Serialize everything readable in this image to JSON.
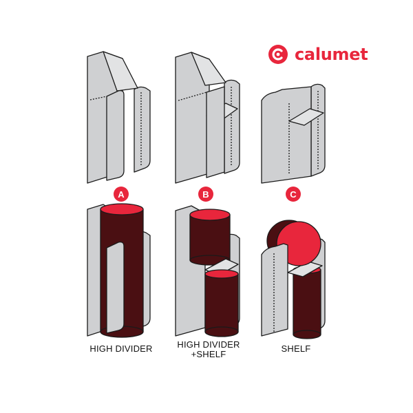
{
  "brand": {
    "name": "calumet",
    "icon": "calumet-logo-icon",
    "color": "#e8263c"
  },
  "options": [
    {
      "badge": "A",
      "caption": "HIGH DIVIDER"
    },
    {
      "badge": "B",
      "caption": "HIGH DIVIDER\n+SHELF"
    },
    {
      "badge": "C",
      "caption": "SHELF"
    }
  ],
  "colors": {
    "panel": "#cfd0d2",
    "panel_dark": "#b9babc",
    "outline": "#1a1a1a",
    "accent": "#e8263c",
    "cylinder_body": "#4a0f12",
    "cylinder_top": "#e8263c"
  }
}
